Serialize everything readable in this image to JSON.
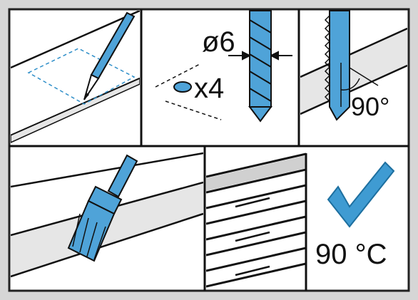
{
  "panels": [
    {
      "id": "marking",
      "label": ""
    },
    {
      "id": "drilling",
      "diameter_label": "ø6",
      "count_label": "x4"
    },
    {
      "id": "sawing",
      "angle_label": "90°"
    },
    {
      "id": "sealing",
      "label": ""
    },
    {
      "id": "heat",
      "temperature_label": "90 °C"
    }
  ],
  "colors": {
    "tool_blue": "#4fa3d8",
    "tool_dark": "#1a1a1a",
    "guide_dash": "#2f8fc9",
    "frame_fill": "#d9d9d9",
    "check_blue": "#3f9bd2",
    "board_grey": "#e6e6e6"
  },
  "icons": [
    "pencil-icon",
    "drill-bit-icon",
    "jigsaw-blade-icon",
    "brush-icon",
    "checkmark-icon"
  ]
}
